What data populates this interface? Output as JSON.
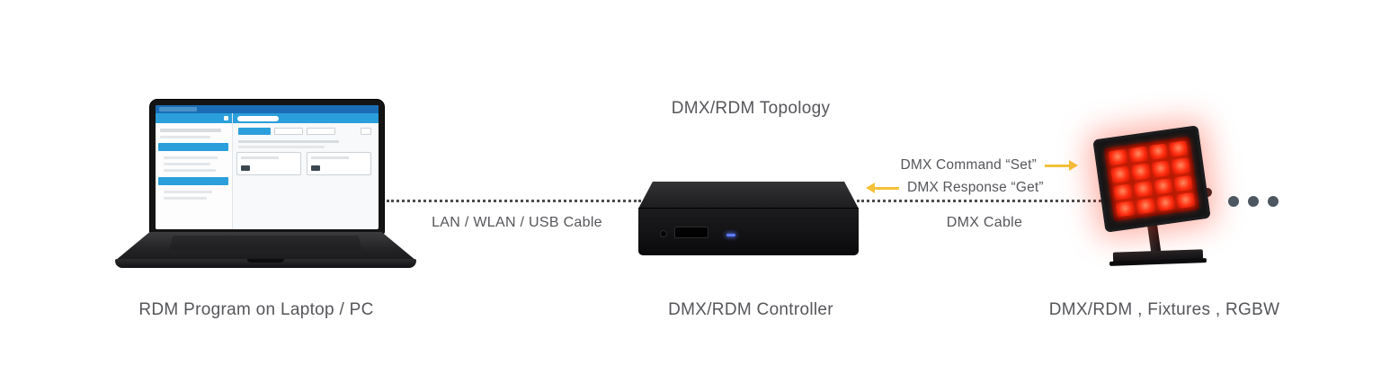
{
  "title": "DMX/RDM Topology",
  "nodes": {
    "laptop_label": "RDM Program on Laptop / PC",
    "controller_label": "DMX/RDM Controller",
    "fixture_label": "DMX/RDM , Fixtures , RGBW"
  },
  "connections": {
    "lan_label": "LAN / WLAN / USB Cable",
    "dmx_label": "DMX Cable",
    "command_label": "DMX Command “Set”",
    "response_label": "DMX Response “Get”"
  },
  "icons": {
    "arrow_right": "arrow-right-icon",
    "arrow_left": "arrow-left-icon",
    "more_fixtures": "ellipsis-dots"
  },
  "colors": {
    "text": "#55565a",
    "arrow_yellow": "#f4c13a",
    "dotted_line": "#4b4d4f",
    "screen_blue": "#2b9fdb",
    "screen_blue_dark": "#1a6db4",
    "led_red": "#ff2d10",
    "dot_gray": "#4c5761"
  }
}
